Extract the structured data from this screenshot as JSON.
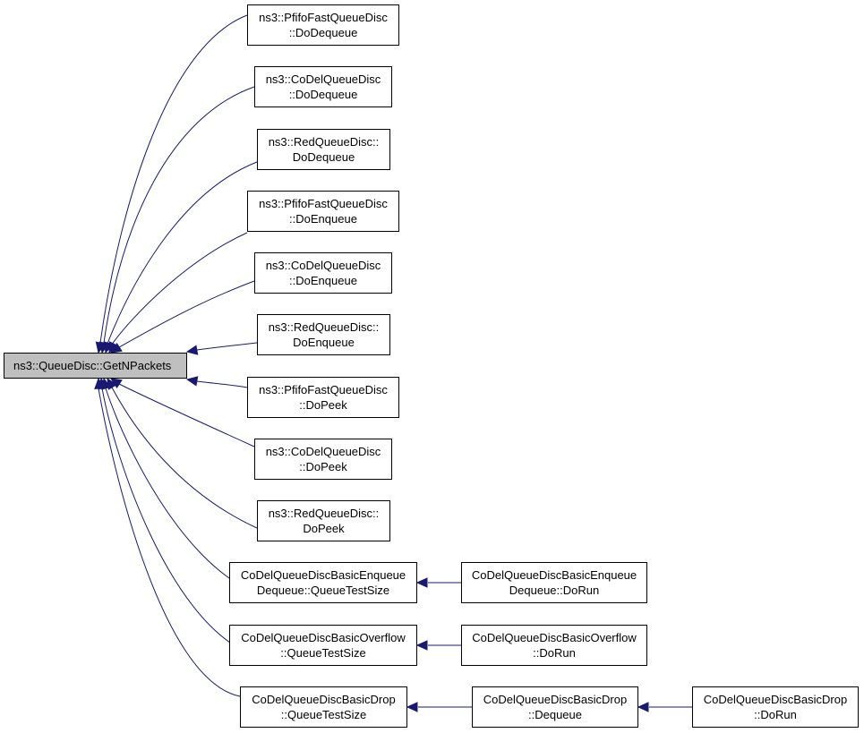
{
  "graph": {
    "root": {
      "lines": [
        "ns3::QueueDisc::GetNPackets"
      ]
    },
    "callers": [
      {
        "lines": [
          "ns3::PfifoFastQueueDisc",
          "::DoDequeue"
        ]
      },
      {
        "lines": [
          "ns3::CoDelQueueDisc",
          "::DoDequeue"
        ]
      },
      {
        "lines": [
          "ns3::RedQueueDisc::",
          "DoDequeue"
        ]
      },
      {
        "lines": [
          "ns3::PfifoFastQueueDisc",
          "::DoEnqueue"
        ]
      },
      {
        "lines": [
          "ns3::CoDelQueueDisc",
          "::DoEnqueue"
        ]
      },
      {
        "lines": [
          "ns3::RedQueueDisc::",
          "DoEnqueue"
        ]
      },
      {
        "lines": [
          "ns3::PfifoFastQueueDisc",
          "::DoPeek"
        ]
      },
      {
        "lines": [
          "ns3::CoDelQueueDisc",
          "::DoPeek"
        ]
      },
      {
        "lines": [
          "ns3::RedQueueDisc::",
          "DoPeek"
        ]
      },
      {
        "lines": [
          "CoDelQueueDiscBasicEnqueue",
          "Dequeue::QueueTestSize"
        ]
      },
      {
        "lines": [
          "CoDelQueueDiscBasicOverflow",
          "::QueueTestSize"
        ]
      },
      {
        "lines": [
          "CoDelQueueDiscBasicDrop",
          "::QueueTestSize"
        ]
      }
    ],
    "second_level": [
      {
        "lines": [
          "CoDelQueueDiscBasicEnqueue",
          "Dequeue::DoRun"
        ]
      },
      {
        "lines": [
          "CoDelQueueDiscBasicOverflow",
          "::DoRun"
        ]
      },
      {
        "lines": [
          "CoDelQueueDiscBasicDrop",
          "::Dequeue"
        ]
      }
    ],
    "third_level": [
      {
        "lines": [
          "CoDelQueueDiscBasicDrop",
          "::DoRun"
        ]
      }
    ]
  },
  "colors": {
    "edge": "#191970",
    "root_fill": "#bfbfbf",
    "node_fill": "#ffffff",
    "node_border": "#000000"
  }
}
